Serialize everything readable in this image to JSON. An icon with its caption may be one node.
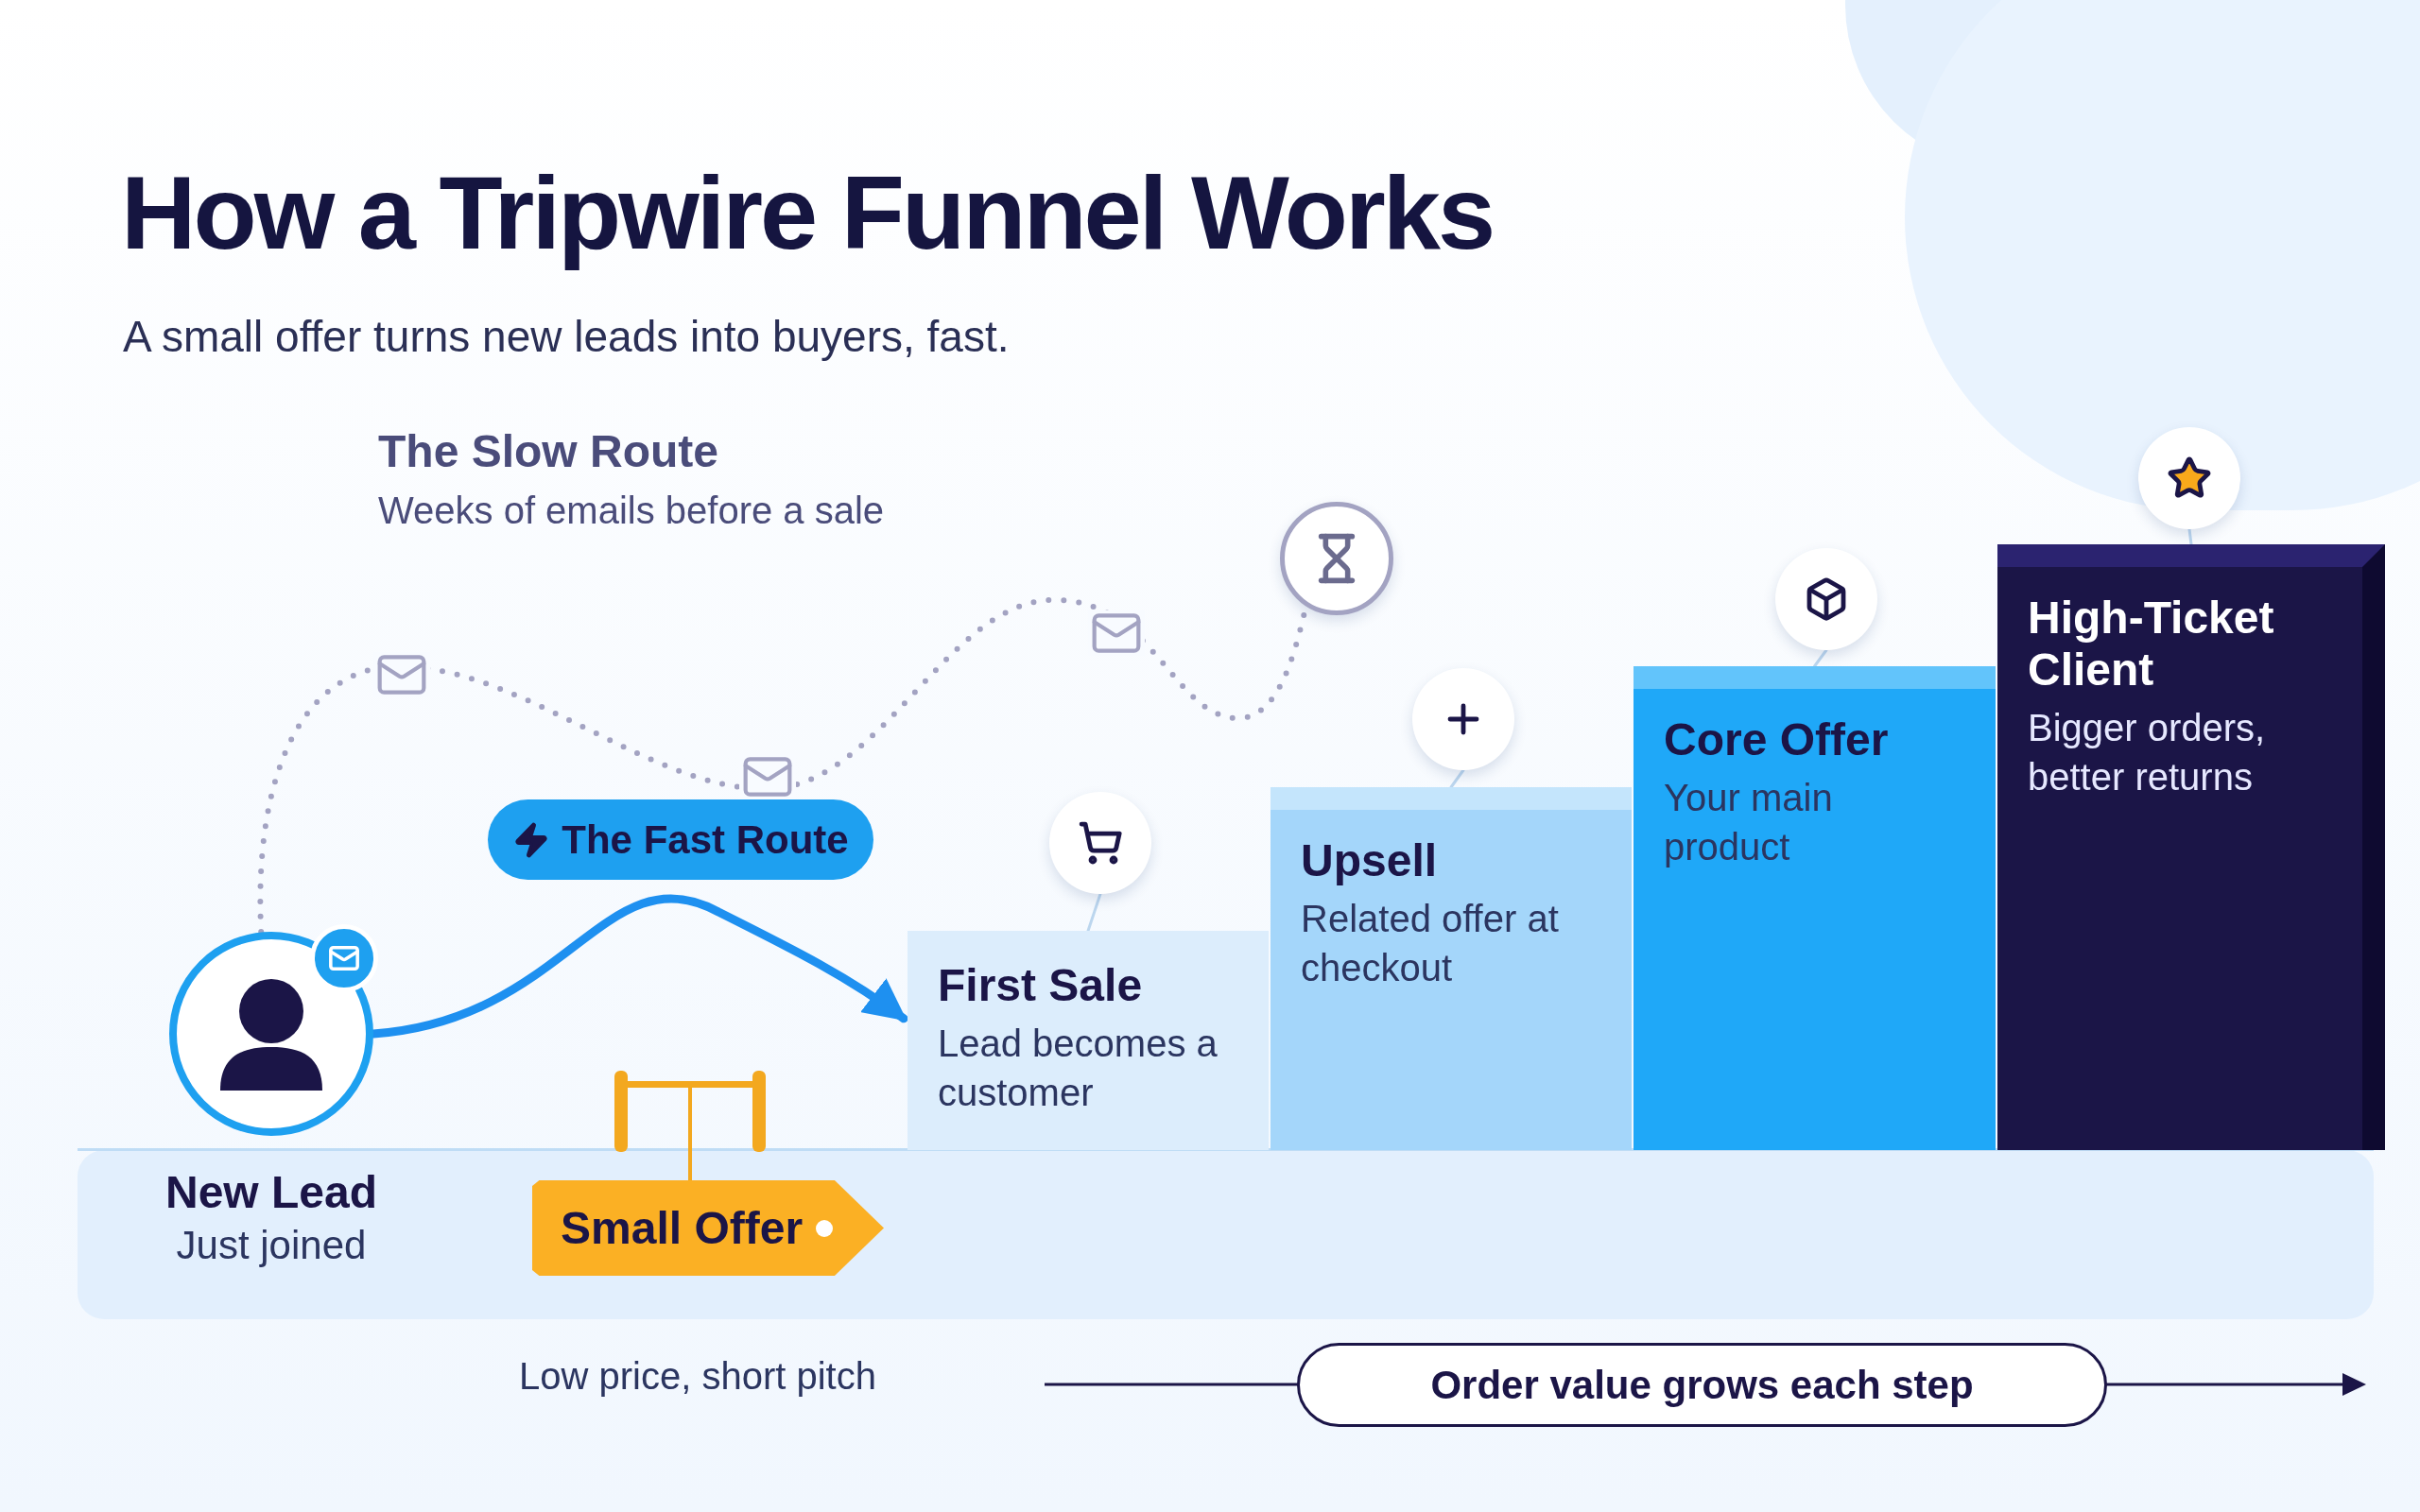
{
  "diagram": {
    "title": "How a Tripwire Funnel Works",
    "nodes": [
      {
        "text": [
          "New Lead",
          "Just joined"
        ]
      },
      {
        "text": [],
        "shape": "circle"
      },
      {
        "text": [
          "First Sale",
          "Lead becomes a customer"
        ]
      },
      {
        "text": [
          "Upsell",
          "Related offer at checkout"
        ]
      },
      {
        "text": [
          "Core Offer",
          "Your main product"
        ]
      },
      {
        "text": [
          "High-Ticket Client",
          "Bigger orders, better returns"
        ]
      },
      {
        "text": [],
        "shape": "circle"
      },
      {
        "text": [],
        "shape": "circle"
      },
      {
        "text": [],
        "shape": "circle"
      },
      {
        "text": [],
        "shape": "circle"
      },
      {
        "text": [
          "Small Offer"
        ],
        "beside": [
          "Low price, short pitch"
        ]
      }
    ],
    "edges": [
      {
        "from": 0,
        "to": 2,
        "arrow": "to",
        "label": "The Fast Route",
        "style": "thick",
        "color": "#1e90f0"
      },
      {
        "from": 0,
        "to": 1,
        "arrow": "none",
        "style": "dashed",
        "color": "#a3a3c2"
      },
      {
        "from": 6,
        "to": 2,
        "arrow": "none"
      },
      {
        "from": 7,
        "to": 3,
        "arrow": "none"
      },
      {
        "from": 8,
        "to": 4,
        "arrow": "none"
      },
      {
        "from": 9,
        "to": 5,
        "arrow": "none"
      }
    ],
    "labels": [
      "A small offer turns new leads into buyers, fast.",
      "The Slow Route",
      "Weeks of emails before a sale",
      "Order value grows each step"
    ]
  }
}
